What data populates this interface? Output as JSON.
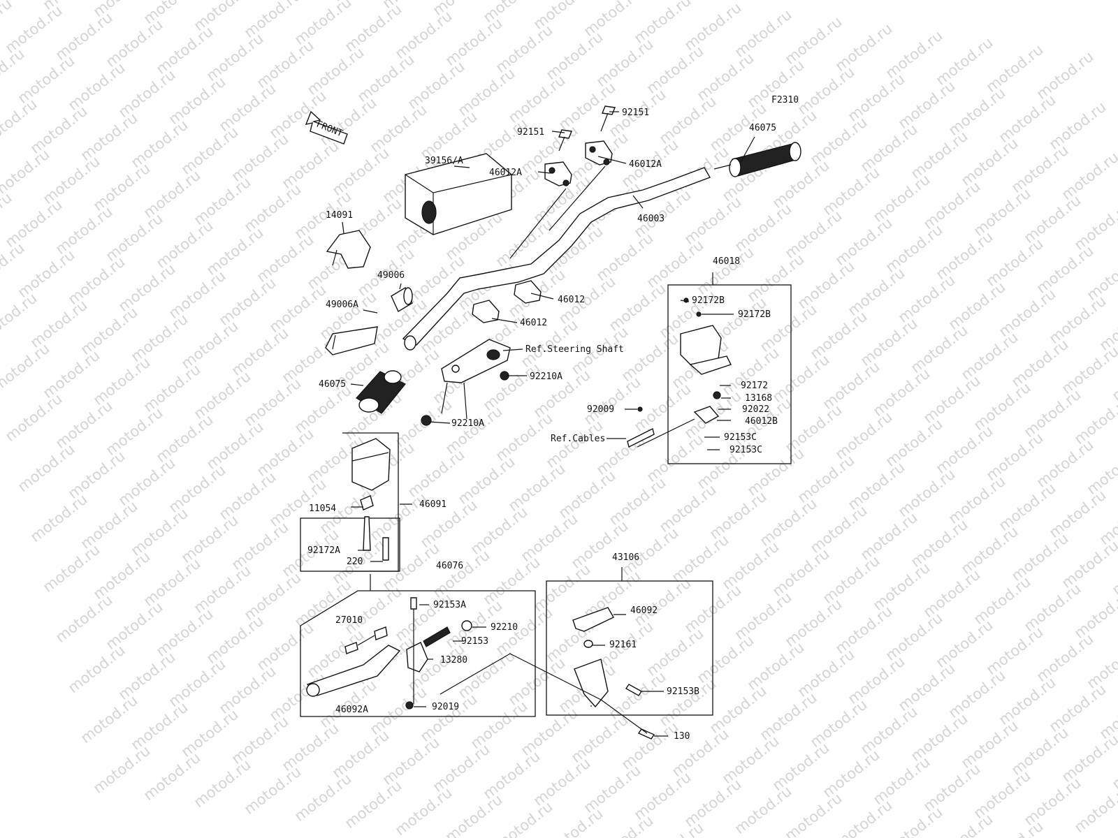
{
  "diagram": {
    "figure_id": "F2310",
    "front_label": "FRONT",
    "watermark_text": "motod.ru",
    "labels": {
      "p92151_a": "92151",
      "p92151_b": "92151",
      "p46075_r": "46075",
      "p46012A_l": "46012A",
      "p46012A_r": "46012A",
      "p39156A": "39156/A",
      "p14091": "14091",
      "p46003": "46003",
      "p46018": "46018",
      "p49006": "49006",
      "p46012_a": "46012",
      "p46012_b": "46012",
      "p49006A": "49006A",
      "ref_steering": "Ref.Steering Shaft",
      "p92172B_a": "92172B",
      "p92172B_b": "92172B",
      "p46075_l": "46075",
      "p92210A_a": "92210A",
      "p92210A_b": "92210A",
      "p92172": "92172",
      "p13168": "13168",
      "p92009": "92009",
      "p92022": "92022",
      "p46012B": "46012B",
      "ref_cables": "Ref.Cables",
      "p92153C_a": "92153C",
      "p92153C_b": "92153C",
      "p11054": "11054",
      "p46091": "46091",
      "p92172A": "92172A",
      "p220": "220",
      "p46076": "46076",
      "p43106": "43106",
      "p92153A": "92153A",
      "p27010": "27010",
      "p92210": "92210",
      "p92153": "92153",
      "p13280": "13280",
      "p46092A": "46092A",
      "p92019": "92019",
      "p46092": "46092",
      "p92161": "92161",
      "p92153B": "92153B",
      "p130": "130"
    }
  }
}
